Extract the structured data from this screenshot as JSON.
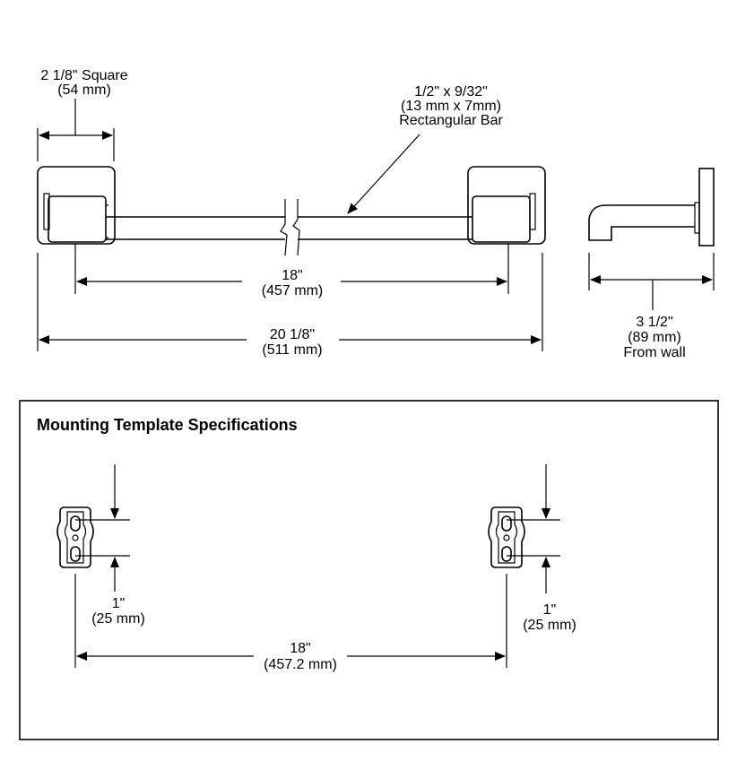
{
  "top_view": {
    "flange_label_1": "2 1/8\" Square",
    "flange_label_2": "(54 mm)",
    "bar_label_1": "1/2\" x 9/32\"",
    "bar_label_2": "(13 mm x 7mm)",
    "bar_label_3": "Rectangular Bar",
    "center_dim_1": "18\"",
    "center_dim_2": "(457 mm)",
    "overall_dim_1": "20 1/8\"",
    "overall_dim_2": "(511 mm)"
  },
  "side_view": {
    "proj_1": "3 1/2\"",
    "proj_2": "(89 mm)",
    "proj_3": "From wall"
  },
  "template": {
    "title": "Mounting Template Specifications",
    "left_dim_1": "1\"",
    "left_dim_2": "(25 mm)",
    "right_dim_1": "1\"",
    "right_dim_2": "(25 mm)",
    "span_dim_1": "18\"",
    "span_dim_2": "(457.2 mm)"
  }
}
